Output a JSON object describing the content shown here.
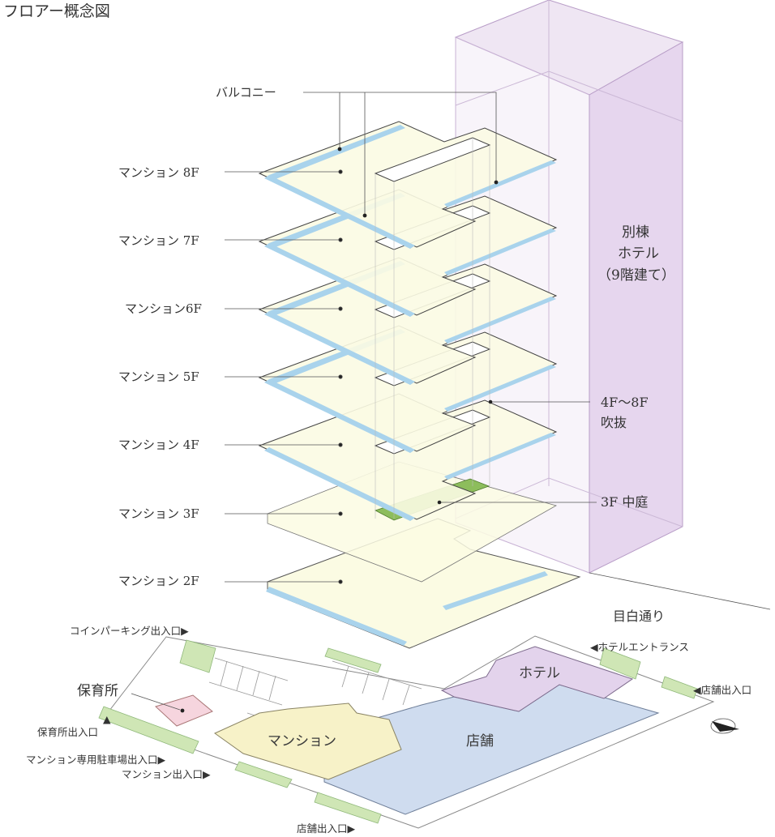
{
  "title": "フロアー概念図",
  "floors": [
    {
      "label": "マンション 8F"
    },
    {
      "label": "マンション 7F"
    },
    {
      "label": "マンション6F"
    },
    {
      "label": "マンション 5F"
    },
    {
      "label": "マンション 4F"
    },
    {
      "label": "マンション 3F"
    },
    {
      "label": "マンション 2F"
    }
  ],
  "callouts": {
    "balcony": "バルコニー",
    "atrium_line1": "4F〜8F",
    "atrium_line2": "吹抜",
    "courtyard": "3F 中庭",
    "hotel_tower_line1": "別棟",
    "hotel_tower_line2": "ホテル",
    "hotel_tower_line3": "（9階建て）",
    "street": "目白通り"
  },
  "ground_areas": {
    "nursery": "保育所",
    "mansion": "マンション",
    "shops": "店舗",
    "hotel": "ホテル"
  },
  "entrances": {
    "coin_parking": "コインパーキング出入口▶",
    "hotel_entrance": "◀ホテルエントランス",
    "shop_right": "◀店舗出入口",
    "nursery": "▲\n保育所出入口",
    "mansion_parking": "マンション専用駐車場出入口▶",
    "mansion": "マンション出入口▶",
    "shop_bottom": "店舗出入口▶"
  },
  "colors": {
    "floor_fill": "#fbfbe3",
    "balcony": "#a9d3ec",
    "courtyard": "#8dbd5c",
    "hotel_tower": "#e9dcef",
    "hotel_edge": "#b89dc7",
    "shop_fill": "#cfdcef",
    "mansion_fill": "#f7f2c8",
    "nursery_fill": "#f6d5de",
    "hotel_ground": "#e3d3ec"
  }
}
